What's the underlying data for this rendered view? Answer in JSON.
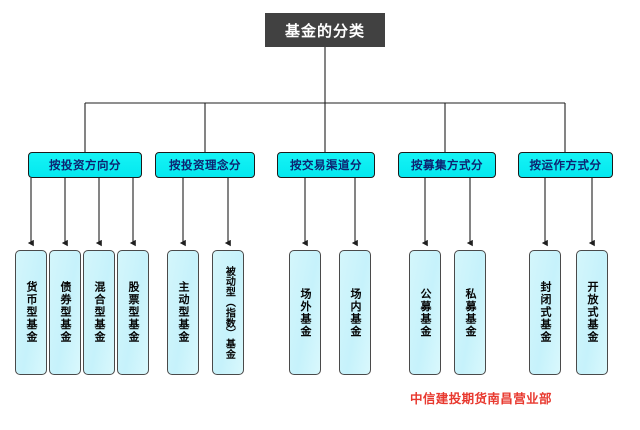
{
  "diagram": {
    "type": "org-tree",
    "root": {
      "label": "基金的分类",
      "fill": "#414141",
      "text_color": "#ffffff"
    },
    "category_fill": "#06ecf2",
    "category_text_color": "#0d2472",
    "leaf_fill": "#ccf4fb",
    "edge_color": "#1f1f1f",
    "categories": [
      {
        "label": "按投资方向分",
        "children": [
          {
            "label": "货币型基金"
          },
          {
            "label": "债券型基金"
          },
          {
            "label": "混合型基金"
          },
          {
            "label": "股票型基金"
          }
        ]
      },
      {
        "label": "按投资理念分",
        "children": [
          {
            "label": "主动型基金"
          },
          {
            "label": "被动型（指数）基金"
          }
        ]
      },
      {
        "label": "按交易渠道分",
        "children": [
          {
            "label": "场外基金"
          },
          {
            "label": "场内基金"
          }
        ]
      },
      {
        "label": "按募集方式分",
        "children": [
          {
            "label": "公募基金"
          },
          {
            "label": "私募基金"
          }
        ]
      },
      {
        "label": "按运作方式分",
        "children": [
          {
            "label": "封闭式基金"
          },
          {
            "label": "开放式基金"
          }
        ]
      }
    ]
  },
  "footer": {
    "credit": "中信建投期货南昌营业部",
    "color": "#e8392f"
  }
}
